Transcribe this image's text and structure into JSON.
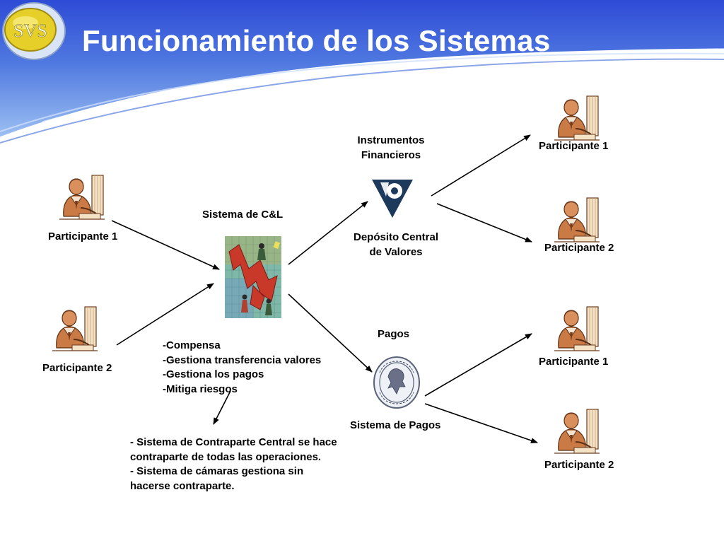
{
  "slide": {
    "title": "Funcionamiento de los Sistemas",
    "logo_text": "SVS"
  },
  "colors": {
    "header_blue": "#3b55d8",
    "header_light": "#8fb4ee",
    "text": "#000000",
    "title_text": "#ffffff",
    "logo_gold": "#e0c72a"
  },
  "left": {
    "participant1_label": "Participante 1",
    "participant2_label": "Participante 2"
  },
  "center": {
    "system_label": "Sistema de C&L",
    "functions": [
      "-Compensa",
      "-Gestiona transferencia valores",
      "-Gestiona los pagos",
      "-Mitiga riesgos"
    ],
    "notes": [
      "- Sistema de Contraparte Central se hace contraparte de todas las operaciones.",
      "- Sistema de cámaras gestiona sin hacerse contraparte."
    ]
  },
  "securities": {
    "top_label_line1": "Instrumentos",
    "top_label_line2": "Financieros",
    "bottom_label_line1": "Depósito Central",
    "bottom_label_line2": "de Valores"
  },
  "payments": {
    "top_label": "Pagos",
    "bottom_label": "Sistema de Pagos"
  },
  "right": {
    "securities_participant1_label": "Participante 1",
    "securities_participant2_label": "Participante 2",
    "payments_participant1_label": "Participante 1",
    "payments_participant2_label": "Participante 2"
  },
  "icons": [
    "svs-logo",
    "worker-icon",
    "falling-chart-icon",
    "dcv-logo-icon",
    "central-bank-seal-icon"
  ]
}
